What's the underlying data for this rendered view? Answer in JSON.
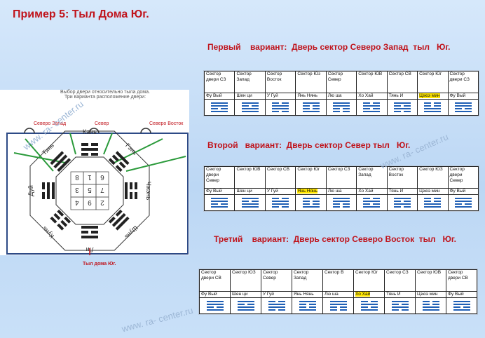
{
  "title": "Пример 5: Тыл Дома Юг.",
  "watermark": "www. ra- center.ru",
  "variants": [
    {
      "label": "Первый    вариант:  Дверь сектор Северо Запад  тыл   Юг.",
      "cols": [
        {
          "sector": "Сектор двери СЗ",
          "name": "Фу Вый",
          "hl": false,
          "hex": [
            "f",
            "f",
            "b",
            "f"
          ]
        },
        {
          "sector": "Сектор Запад",
          "name": "Шен ци",
          "hl": false,
          "hex": [
            "f",
            "b",
            "f",
            "f"
          ]
        },
        {
          "sector": "Сектор Восток",
          "name": "У Гуй",
          "hl": false,
          "hex": [
            "b",
            "f",
            "f",
            "b"
          ]
        },
        {
          "sector": "Сектор Юз",
          "name": "Янь Нянь",
          "hl": false,
          "hex": [
            "f",
            "b",
            "b",
            "f"
          ]
        },
        {
          "sector": "Сектор Север",
          "name": "Лю ша",
          "hl": false,
          "hex": [
            "f",
            "f",
            "b",
            "b"
          ]
        },
        {
          "sector": "Сектор ЮВ",
          "name": "Хо Хай",
          "hl": false,
          "hex": [
            "b",
            "f",
            "b",
            "f"
          ]
        },
        {
          "sector": "Сектор СВ",
          "name": "Тянь И",
          "hl": false,
          "hex": [
            "f",
            "b",
            "f",
            "b"
          ]
        },
        {
          "sector": "Сектор Юг",
          "name": "Цзюэ мин",
          "hl": true,
          "hex": [
            "b",
            "b",
            "f",
            "f"
          ]
        },
        {
          "sector": "Сектор двери СЗ",
          "name": "Фу Вый",
          "hl": false,
          "hex": [
            "f",
            "f",
            "b",
            "f"
          ]
        }
      ]
    },
    {
      "label": "Второй   вариант:  Дверь сектор Север тыл   Юг.",
      "cols": [
        {
          "sector": "Сектор двери Север",
          "name": "Фу Вый",
          "hl": false,
          "hex": [
            "f",
            "f",
            "b",
            "f"
          ]
        },
        {
          "sector": "Сектор ЮВ",
          "name": "Шен ци",
          "hl": false,
          "hex": [
            "f",
            "b",
            "f",
            "f"
          ]
        },
        {
          "sector": "Сектор СВ",
          "name": "У Гуй",
          "hl": false,
          "hex": [
            "b",
            "f",
            "f",
            "b"
          ]
        },
        {
          "sector": "Сектор Юг",
          "name": "Янь Нянь",
          "hl": true,
          "hex": [
            "f",
            "b",
            "b",
            "f"
          ]
        },
        {
          "sector": "Сектор СЗ",
          "name": "Лю ша",
          "hl": false,
          "hex": [
            "f",
            "f",
            "b",
            "b"
          ]
        },
        {
          "sector": "Сектор Запад",
          "name": "Хо Хай",
          "hl": false,
          "hex": [
            "b",
            "f",
            "b",
            "f"
          ]
        },
        {
          "sector": "Сектор Восток",
          "name": "Тянь И",
          "hl": false,
          "hex": [
            "f",
            "b",
            "f",
            "b"
          ]
        },
        {
          "sector": "Сектор ЮЗ",
          "name": "Цзюэ мин",
          "hl": false,
          "hex": [
            "b",
            "b",
            "f",
            "f"
          ]
        },
        {
          "sector": "Сектор двери Север",
          "name": "Фу Вый",
          "hl": false,
          "hex": [
            "f",
            "f",
            "b",
            "f"
          ]
        }
      ]
    },
    {
      "label": "Третий    вариант:  Дверь сектор Северо Восток  тыл   Юг.",
      "cols": [
        {
          "sector": "Сектор двери СВ",
          "name": "Фу Вый",
          "hl": false,
          "hex": [
            "f",
            "f",
            "b",
            "f"
          ]
        },
        {
          "sector": "Сектор ЮЗ",
          "name": "Шен ци",
          "hl": false,
          "hex": [
            "f",
            "b",
            "f",
            "f"
          ]
        },
        {
          "sector": "Сектор Север",
          "name": "У Гуй",
          "hl": false,
          "hex": [
            "b",
            "f",
            "f",
            "b"
          ]
        },
        {
          "sector": "Сектор Запад",
          "name": "Янь Нянь",
          "hl": false,
          "hex": [
            "f",
            "b",
            "b",
            "f"
          ]
        },
        {
          "sector": "Сектор В",
          "name": "Лю ша",
          "hl": false,
          "hex": [
            "f",
            "f",
            "b",
            "b"
          ]
        },
        {
          "sector": "Сектор Юг",
          "name": "Хо Хай",
          "hl": true,
          "hex": [
            "b",
            "f",
            "b",
            "f"
          ]
        },
        {
          "sector": "Сектор СЗ",
          "name": "Тянь И",
          "hl": false,
          "hex": [
            "f",
            "b",
            "f",
            "b"
          ]
        },
        {
          "sector": "Сектор ЮВ",
          "name": "Цзюэ мин",
          "hl": false,
          "hex": [
            "b",
            "b",
            "f",
            "f"
          ]
        },
        {
          "sector": "Сектор двери СВ",
          "name": "Фу Вый",
          "hl": false,
          "hex": [
            "f",
            "f",
            "b",
            "f"
          ]
        }
      ]
    }
  ],
  "diagram": {
    "caption": "Выбор двери относительно тыла дома.\nТри варианта расположение  двери:",
    "doors": [
      "Северо Запад",
      "Север",
      "Северо Восток"
    ],
    "back": "Тыл дома  Юг.",
    "trigrams": [
      "Кань",
      "Гэнь",
      "Чжэнь",
      "Шунь",
      "Ли",
      "Кунь",
      "Дуй",
      "Тянь"
    ],
    "grid": [
      "8",
      "1",
      "6",
      "3",
      "5",
      "7",
      "4",
      "9",
      "2"
    ]
  },
  "colors": {
    "title": "#c0141c",
    "hexagram": "#1f5fb5",
    "highlight": "#ffe600",
    "door_line": "#2a9a3a",
    "frame": "#2d4a86"
  }
}
